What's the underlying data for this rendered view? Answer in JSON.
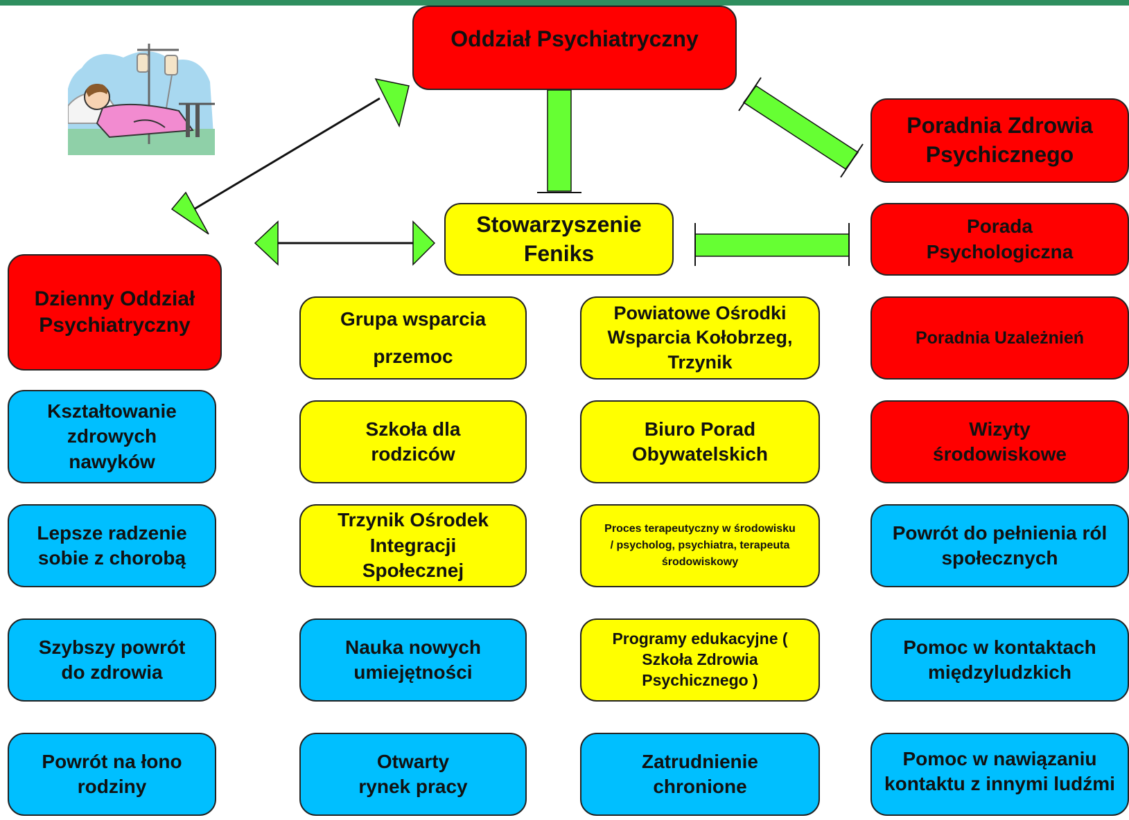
{
  "colors": {
    "red": "#ff0000",
    "yellow": "#ffff00",
    "blue": "#00bfff",
    "arrow_fill": "#66ff33",
    "header_bar": "#2f8f5f"
  },
  "illustration": {
    "icon": "patient-in-hospital-bed-icon"
  },
  "nodes": {
    "oddzial": "Oddział Psychiatryczny",
    "poradnia_zdrowia": "Poradnia Zdrowia Psychicznego",
    "stowarzyszenie": "Stowarzyszenie Feniks",
    "porada_psych": "Porada Psychologiczna",
    "dzienny": "Dzienny Oddział Psychiatryczny",
    "grupa_line1": "Grupa wsparcia",
    "grupa_line2": "przemoc",
    "powiatowe": "Powiatowe Ośrodki Wsparcia Kołobrzeg, Trzynik",
    "uzaleznien": "Poradnia Uzależnień",
    "ksztaltowanie": "Kształtowanie zdrowych nawyków",
    "szkola_rodzicow": "Szkoła dla rodziców",
    "biuro": "Biuro Porad Obywatelskich",
    "wizyty": "Wizyty środowiskowe",
    "lepsze": "Lepsze radzenie sobie z chorobą",
    "trzynik": "Trzynik Ośrodek Integracji Społecznej",
    "proces": "Proces terapeutyczny w środowisku / psycholog, psychiatra, terapeuta środowiskowy",
    "powrot_rol": "Powrót do pełnienia ról społecznych",
    "szybszy": "Szybszy powrót do zdrowia",
    "nauka": "Nauka nowych umiejętności",
    "programy": "Programy edukacyjne ( Szkoła Zdrowia Psychicznego )",
    "pomoc_kontaktach": "Pomoc w kontaktach międzyludzkich",
    "powrot_lono": "Powrót na łono rodziny",
    "otwarty": "Otwarty rynek pracy",
    "zatrudnienie": "Zatrudnienie chronione",
    "pomoc_nawiazaniu": "Pomoc w nawiązaniu kontaktu z innymi ludźmi"
  }
}
